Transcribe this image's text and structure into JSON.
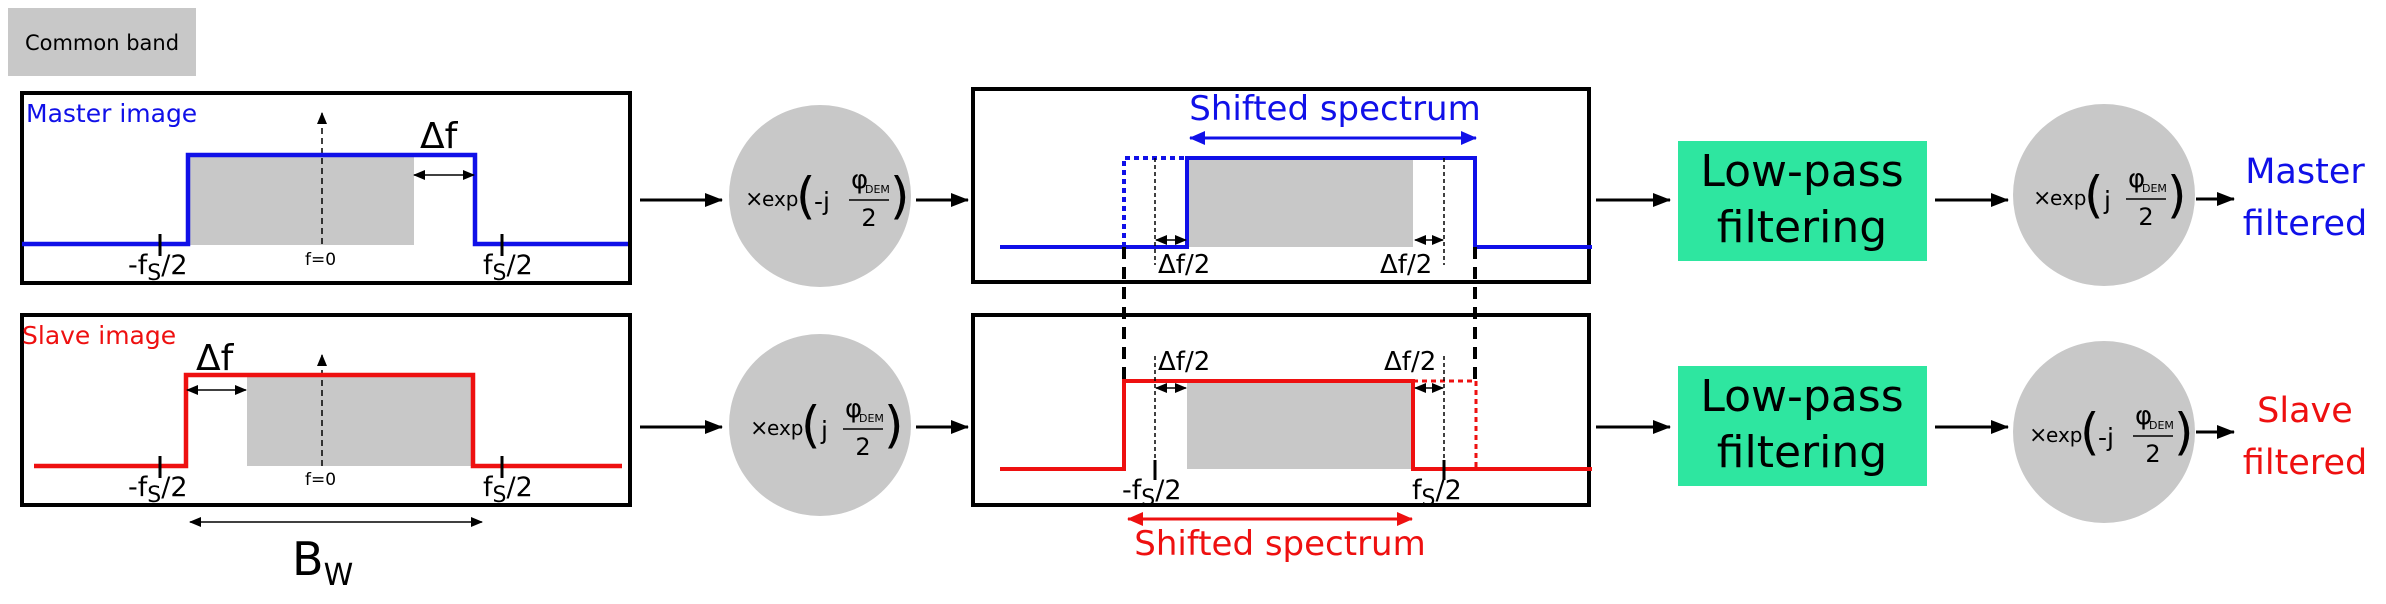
{
  "legend": {
    "label": "Common band",
    "swatch_color": "#c8c8c8"
  },
  "colors": {
    "master": "#1010e8",
    "slave": "#ee1010",
    "band": "#c8c8c8",
    "filter": "#2ee6a0",
    "circle": "#c8c8c8"
  },
  "input_panels": {
    "master": {
      "title": "Master image",
      "delta": "Δf",
      "neg_edge": "-f",
      "pos_edge": "f",
      "sub": "S",
      "half": "/2",
      "center": "f=0"
    },
    "slave": {
      "title": "Slave image",
      "delta": "Δf",
      "neg_edge": "-f",
      "pos_edge": "f",
      "sub": "S",
      "half": "/2",
      "center": "f=0",
      "bandwidth": "B",
      "bandwidth_sub": "W"
    }
  },
  "multipliers": {
    "first_master": {
      "times": "×",
      "exp": "exp",
      "sign": "-j",
      "phi": "φ",
      "phi_sub": "DEM",
      "denominator": "2"
    },
    "first_slave": {
      "times": "×",
      "exp": "exp",
      "sign": "j",
      "phi": "φ",
      "phi_sub": "DEM",
      "denominator": "2"
    },
    "second_master": {
      "times": "×",
      "exp": "exp",
      "sign": "j",
      "phi": "φ",
      "phi_sub": "DEM",
      "denominator": "2"
    },
    "second_slave": {
      "times": "×",
      "exp": "exp",
      "sign": "-j",
      "phi": "φ",
      "phi_sub": "DEM",
      "denominator": "2"
    }
  },
  "shifted_panels": {
    "master": {
      "caption": "Shifted spectrum",
      "half_delta_left": "Δf/2",
      "half_delta_right": "Δf/2"
    },
    "slave": {
      "caption": "Shifted spectrum",
      "half_delta_left": "Δf/2",
      "half_delta_right": "Δf/2",
      "neg_edge": "-f",
      "pos_edge": "f",
      "sub": "S",
      "half": "/2"
    }
  },
  "filters": {
    "master": {
      "line1": "Low-pass",
      "line2": "filtering"
    },
    "slave": {
      "line1": "Low-pass",
      "line2": "filtering"
    }
  },
  "outputs": {
    "master": {
      "line1": "Master",
      "line2": "filtered"
    },
    "slave": {
      "line1": "Slave",
      "line2": "filtered"
    }
  }
}
